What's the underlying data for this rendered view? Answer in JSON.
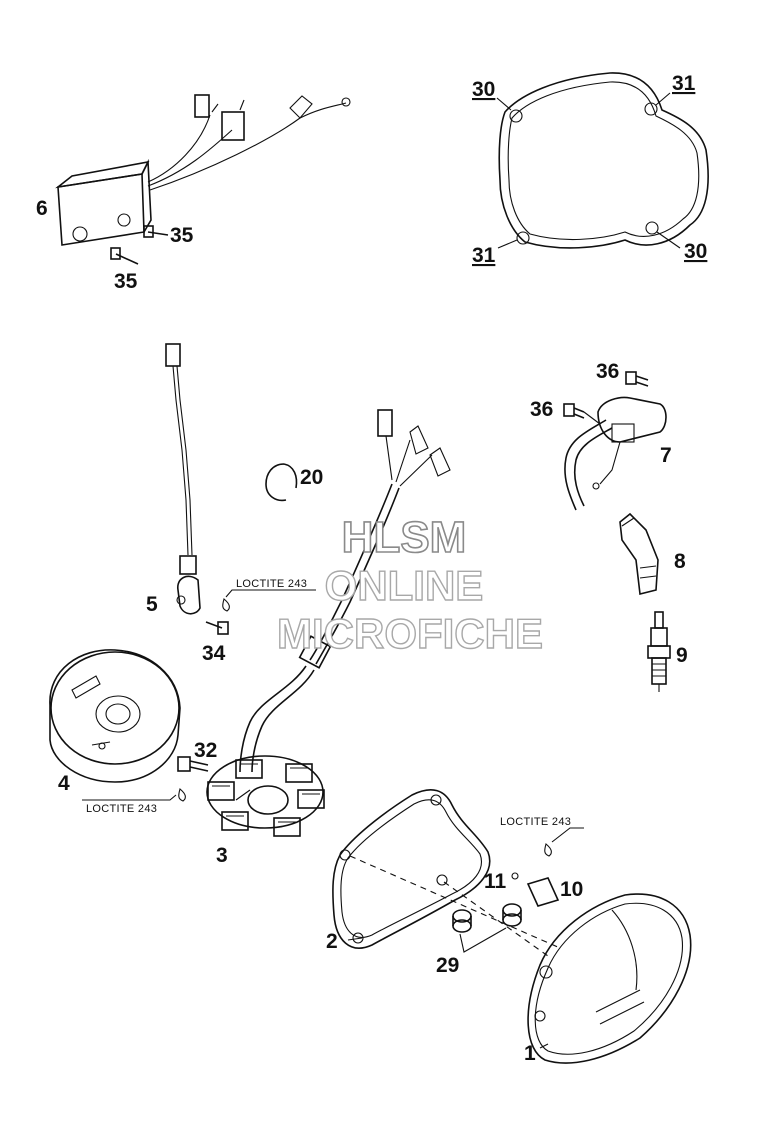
{
  "callouts": {
    "p1": "1",
    "p2": "2",
    "p3": "3",
    "p4": "4",
    "p5": "5",
    "p6": "6",
    "p7": "7",
    "p8": "8",
    "p9": "9",
    "p10": "10",
    "p11": "11",
    "p20": "20",
    "p29": "29",
    "p30a": "30",
    "p30b": "30",
    "p31a": "31",
    "p31b": "31",
    "p32": "32",
    "p34": "34",
    "p35a": "35",
    "p35b": "35",
    "p36a": "36",
    "p36b": "36"
  },
  "labels": {
    "loctite_a": "LOCTITE 243",
    "loctite_b": "LOCTITE 243",
    "loctite_c": "LOCTITE 243"
  },
  "watermark": {
    "line1": "HLSM",
    "line2": "ONLINE",
    "line3": "MICROFICHE"
  }
}
